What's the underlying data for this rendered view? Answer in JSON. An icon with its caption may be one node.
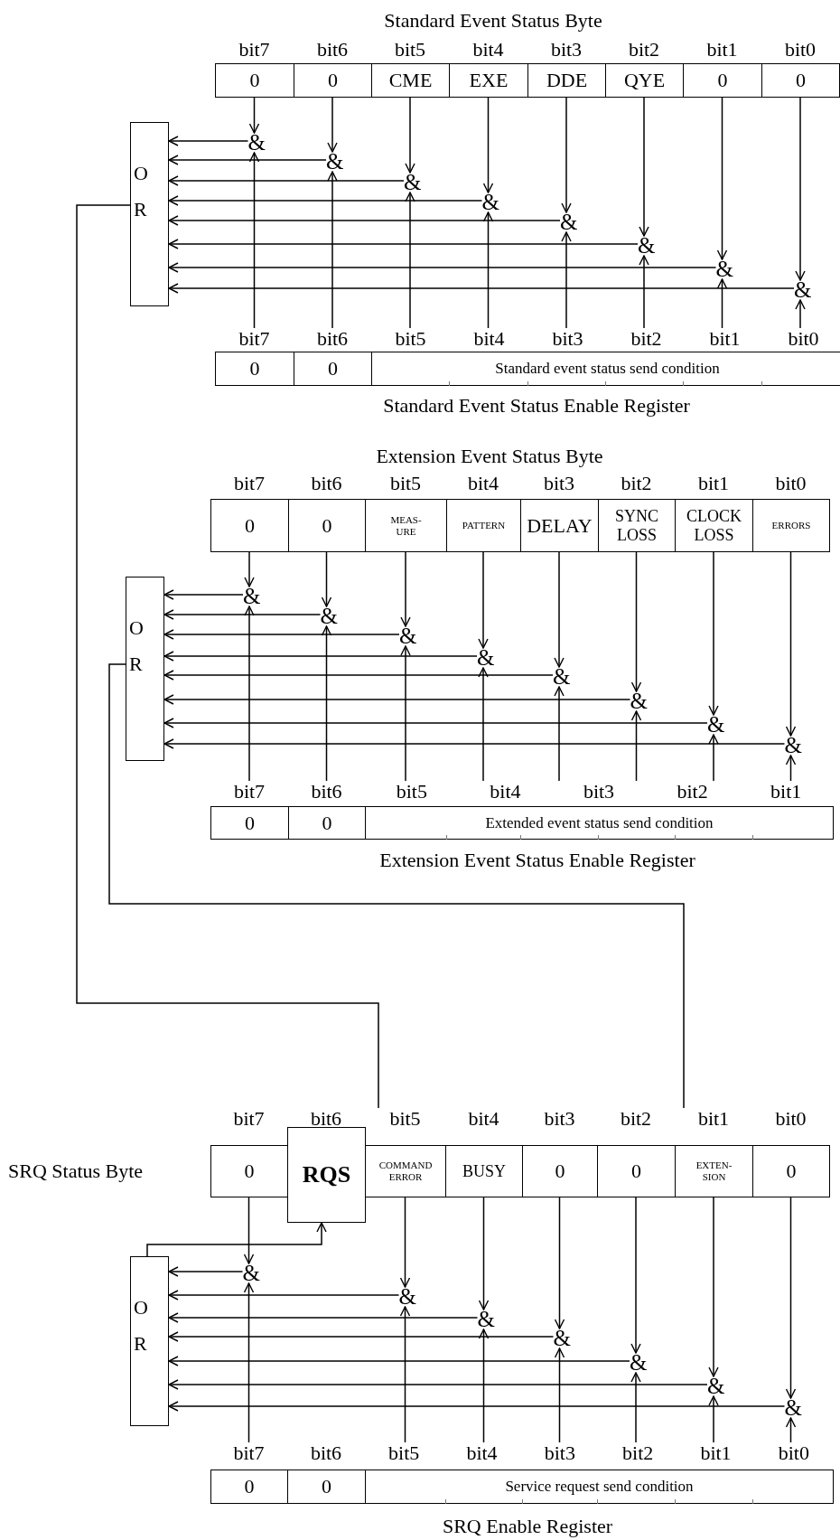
{
  "diagram": {
    "nodes": [
      {
        "text": [
          "bit7",
          "0"
        ]
      },
      {
        "text": [
          "bit6",
          "0"
        ]
      },
      {
        "text": [
          "bit5",
          "CME"
        ]
      },
      {
        "text": [
          "bit4",
          "EXE"
        ]
      },
      {
        "text": [
          "bit3",
          "DDE"
        ]
      },
      {
        "text": [
          "bit2",
          "QYE"
        ]
      },
      {
        "text": [
          "bit1",
          "0"
        ]
      },
      {
        "text": [
          "bit0",
          "0"
        ]
      },
      {
        "text": [
          "O R"
        ]
      },
      {
        "text": [
          "&"
        ]
      },
      {
        "text": [
          "&"
        ]
      },
      {
        "text": [
          "&"
        ]
      },
      {
        "text": [
          "&"
        ]
      },
      {
        "text": [
          "&"
        ]
      },
      {
        "text": [
          "&"
        ]
      },
      {
        "text": [
          "&"
        ]
      },
      {
        "text": [
          "&"
        ]
      },
      {
        "text": [
          "bit7",
          "0"
        ]
      },
      {
        "text": [
          "bit6",
          "0"
        ]
      },
      {
        "text": [
          "bit5",
          "bit4",
          "bit3",
          "bit2",
          "bit1",
          "bit0",
          "Standard event status send condition"
        ]
      },
      {
        "text": [
          "bit7",
          "0"
        ]
      },
      {
        "text": [
          "bit6",
          "0"
        ]
      },
      {
        "text": [
          "bit5",
          "MEAS- URE"
        ]
      },
      {
        "text": [
          "bit4",
          "PATTERN"
        ]
      },
      {
        "text": [
          "bit3",
          "DELAY"
        ]
      },
      {
        "text": [
          "bit2",
          "SYNC LOSS"
        ]
      },
      {
        "text": [
          "bit1",
          "CLOCK LOSS"
        ]
      },
      {
        "text": [
          "bit0",
          "ERRORS"
        ]
      },
      {
        "text": [
          "O R"
        ]
      },
      {
        "text": [
          "&"
        ]
      },
      {
        "text": [
          "&"
        ]
      },
      {
        "text": [
          "&"
        ]
      },
      {
        "text": [
          "&"
        ]
      },
      {
        "text": [
          "&"
        ]
      },
      {
        "text": [
          "&"
        ]
      },
      {
        "text": [
          "&"
        ]
      },
      {
        "text": [
          "&"
        ]
      },
      {
        "text": [
          "bit7",
          "0"
        ]
      },
      {
        "text": [
          "bit6",
          "0"
        ]
      },
      {
        "text": [
          "bit5",
          "bit4",
          "bit3",
          "bit2",
          "bit1",
          "Extended event status send condition"
        ]
      },
      {
        "text": [
          "bit7",
          "0"
        ]
      },
      {
        "text": [
          "bit6",
          "RQS"
        ]
      },
      {
        "text": [
          "bit5",
          "COMMAND ERROR"
        ]
      },
      {
        "text": [
          "bit4",
          "BUSY"
        ]
      },
      {
        "text": [
          "bit3",
          "0"
        ]
      },
      {
        "text": [
          "bit2",
          "0"
        ]
      },
      {
        "text": [
          "bit1",
          "EXTEN- SION"
        ]
      },
      {
        "text": [
          "bit0",
          "0"
        ]
      },
      {
        "text": [
          "O R"
        ]
      },
      {
        "text": [
          "&"
        ]
      },
      {
        "text": [
          "&"
        ]
      },
      {
        "text": [
          "&"
        ]
      },
      {
        "text": [
          "&"
        ]
      },
      {
        "text": [
          "&"
        ]
      },
      {
        "text": [
          "&"
        ]
      },
      {
        "text": [
          "&"
        ]
      },
      {
        "text": [
          "bit7",
          "0"
        ]
      },
      {
        "text": [
          "bit6",
          "0"
        ]
      },
      {
        "text": [
          "bit5",
          "bit4",
          "bit3",
          "bit2",
          "bit1",
          "bit0",
          "Service request send condition"
        ]
      }
    ],
    "edges": [
      {
        "from": 0,
        "to": 9,
        "arrow": "to"
      },
      {
        "from": 17,
        "to": 9,
        "arrow": "to"
      },
      {
        "from": 9,
        "to": 8,
        "arrow": "to"
      },
      {
        "from": 1,
        "to": 10,
        "arrow": "to"
      },
      {
        "from": 18,
        "to": 10,
        "arrow": "to"
      },
      {
        "from": 10,
        "to": 8,
        "arrow": "to"
      },
      {
        "from": 2,
        "to": 11,
        "arrow": "to"
      },
      {
        "from": 19,
        "to": 11,
        "arrow": "to"
      },
      {
        "from": 11,
        "to": 8,
        "arrow": "to"
      },
      {
        "from": 3,
        "to": 12,
        "arrow": "to"
      },
      {
        "from": 19,
        "to": 12,
        "arrow": "to"
      },
      {
        "from": 12,
        "to": 8,
        "arrow": "to"
      },
      {
        "from": 4,
        "to": 13,
        "arrow": "to"
      },
      {
        "from": 19,
        "to": 13,
        "arrow": "to"
      },
      {
        "from": 13,
        "to": 8,
        "arrow": "to"
      },
      {
        "from": 5,
        "to": 14,
        "arrow": "to"
      },
      {
        "from": 19,
        "to": 14,
        "arrow": "to"
      },
      {
        "from": 14,
        "to": 8,
        "arrow": "to"
      },
      {
        "from": 6,
        "to": 15,
        "arrow": "to"
      },
      {
        "from": 19,
        "to": 15,
        "arrow": "to"
      },
      {
        "from": 15,
        "to": 8,
        "arrow": "to"
      },
      {
        "from": 7,
        "to": 16,
        "arrow": "to"
      },
      {
        "from": 19,
        "to": 16,
        "arrow": "to"
      },
      {
        "from": 16,
        "to": 8,
        "arrow": "to"
      },
      {
        "from": 20,
        "to": 29,
        "arrow": "to"
      },
      {
        "from": 37,
        "to": 29,
        "arrow": "to"
      },
      {
        "from": 29,
        "to": 28,
        "arrow": "to"
      },
      {
        "from": 21,
        "to": 30,
        "arrow": "to"
      },
      {
        "from": 38,
        "to": 30,
        "arrow": "to"
      },
      {
        "from": 30,
        "to": 28,
        "arrow": "to"
      },
      {
        "from": 22,
        "to": 31,
        "arrow": "to"
      },
      {
        "from": 39,
        "to": 31,
        "arrow": "to"
      },
      {
        "from": 31,
        "to": 28,
        "arrow": "to"
      },
      {
        "from": 23,
        "to": 32,
        "arrow": "to"
      },
      {
        "from": 39,
        "to": 32,
        "arrow": "to"
      },
      {
        "from": 32,
        "to": 28,
        "arrow": "to"
      },
      {
        "from": 24,
        "to": 33,
        "arrow": "to"
      },
      {
        "from": 39,
        "to": 33,
        "arrow": "to"
      },
      {
        "from": 33,
        "to": 28,
        "arrow": "to"
      },
      {
        "from": 25,
        "to": 34,
        "arrow": "to"
      },
      {
        "from": 39,
        "to": 34,
        "arrow": "to"
      },
      {
        "from": 34,
        "to": 28,
        "arrow": "to"
      },
      {
        "from": 26,
        "to": 35,
        "arrow": "to"
      },
      {
        "from": 39,
        "to": 35,
        "arrow": "to"
      },
      {
        "from": 35,
        "to": 28,
        "arrow": "to"
      },
      {
        "from": 27,
        "to": 36,
        "arrow": "to"
      },
      {
        "from": 39,
        "to": 36,
        "arrow": "to"
      },
      {
        "from": 36,
        "to": 28,
        "arrow": "to"
      },
      {
        "from": 40,
        "to": 49,
        "arrow": "to"
      },
      {
        "from": 56,
        "to": 49,
        "arrow": "to"
      },
      {
        "from": 49,
        "to": 48,
        "arrow": "to"
      },
      {
        "from": 42,
        "to": 50,
        "arrow": "to"
      },
      {
        "from": 58,
        "to": 50,
        "arrow": "to"
      },
      {
        "from": 50,
        "to": 48,
        "arrow": "to"
      },
      {
        "from": 43,
        "to": 51,
        "arrow": "to"
      },
      {
        "from": 58,
        "to": 51,
        "arrow": "to"
      },
      {
        "from": 51,
        "to": 48,
        "arrow": "to"
      },
      {
        "from": 44,
        "to": 52,
        "arrow": "to"
      },
      {
        "from": 58,
        "to": 52,
        "arrow": "to"
      },
      {
        "from": 52,
        "to": 48,
        "arrow": "to"
      },
      {
        "from": 45,
        "to": 53,
        "arrow": "to"
      },
      {
        "from": 58,
        "to": 53,
        "arrow": "to"
      },
      {
        "from": 53,
        "to": 48,
        "arrow": "to"
      },
      {
        "from": 46,
        "to": 54,
        "arrow": "to"
      },
      {
        "from": 58,
        "to": 54,
        "arrow": "to"
      },
      {
        "from": 54,
        "to": 48,
        "arrow": "to"
      },
      {
        "from": 47,
        "to": 55,
        "arrow": "to"
      },
      {
        "from": 58,
        "to": 55,
        "arrow": "to"
      },
      {
        "from": 55,
        "to": 48,
        "arrow": "to"
      },
      {
        "from": 8,
        "to": 42,
        "arrow": "none"
      },
      {
        "from": 28,
        "to": 46,
        "arrow": "none"
      },
      {
        "from": 48,
        "to": 41,
        "arrow": "to"
      }
    ],
    "labels": [
      "Standard Event Status Byte",
      "Standard Event Status Enable Register",
      "Extension Event Status Byte",
      "Extension Event Status Enable Register",
      "SRQ Status Byte",
      "SRQ Enable Register"
    ]
  }
}
